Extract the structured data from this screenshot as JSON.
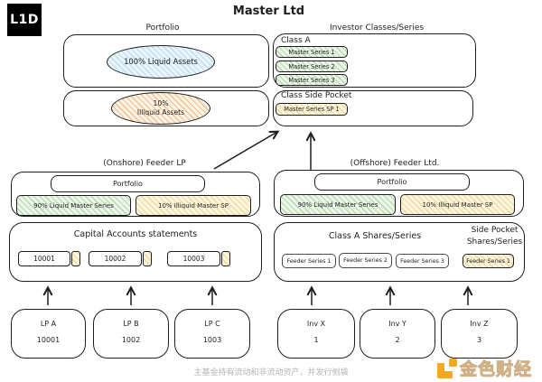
{
  "logo_text": "L1D",
  "title": "Master Ltd",
  "master": {
    "portfolio_label": "Portfolio",
    "investor_classes_label": "Investor Classes/Series",
    "liquid_assets": "100% Liquid Assets",
    "illiquid_assets_line1": "10%",
    "illiquid_assets_line2": "Illiquid Assets",
    "class_a_label": "Class A",
    "class_a_series": [
      "Master Series 1",
      "Master Series 2",
      "Master Series 3"
    ],
    "side_pocket_label": "Class Side Pocket",
    "side_pocket_series": [
      "Master Series SP 1"
    ]
  },
  "onshore": {
    "label": "(Onshore) Feeder LP",
    "portfolio_label": "Portfolio",
    "liquid_pill": "90% Liquid Master Series",
    "illiquid_pill": "10% Illiquid Master SP",
    "capital_accounts_label": "Capital Accounts statements",
    "accounts": [
      "10001",
      "10002",
      "10003"
    ],
    "investors": [
      {
        "name": "LP A",
        "number": "10001"
      },
      {
        "name": "LP B",
        "number": "1002"
      },
      {
        "name": "LP C",
        "number": "1003"
      }
    ]
  },
  "offshore": {
    "label": "(Offshore) Feeder Ltd.",
    "portfolio_label": "Portfolio",
    "liquid_pill": "90% Liquid Master Series",
    "illiquid_pill": "10% Illiquid Master SP",
    "class_shares_label": "Class A Shares/Series",
    "side_pocket_shares_label_line1": "Side Pocket",
    "side_pocket_shares_label_line2": "Shares/Series",
    "class_series": [
      "Feeder Series 1",
      "Feeder Series 2",
      "Feeder Series 3"
    ],
    "side_pocket_series": [
      "Feeder Series 1"
    ],
    "investors": [
      {
        "name": "Inv X",
        "number": "1"
      },
      {
        "name": "Inv Y",
        "number": "2"
      },
      {
        "name": "Inv Z",
        "number": "3"
      }
    ]
  },
  "caption": "主基金持有流动和非流动资产，并发行侧袋",
  "watermark_text": "金色财经",
  "colors": {
    "stroke": "#1e1e1e",
    "liquid_blue": "#bcdcef",
    "illiquid_orange": "#edc194",
    "series_green": "#b5d9ae",
    "side_pocket_yellow": "#ecd9a2",
    "watermark_orange": "#f5a623"
  }
}
